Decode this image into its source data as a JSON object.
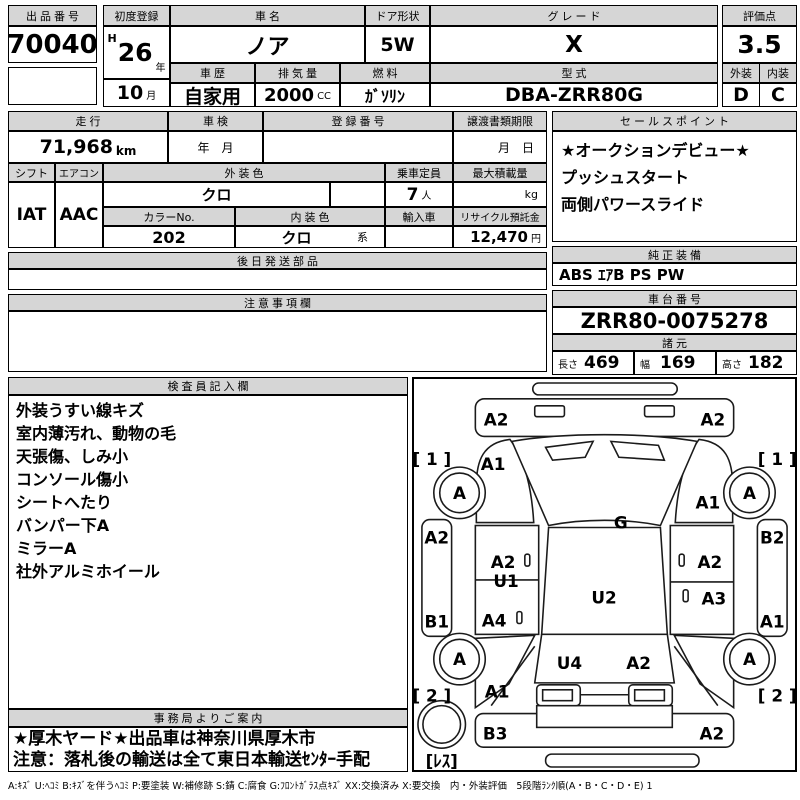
{
  "h": {
    "auction_label": "出品番号",
    "auction_value": "70040",
    "firstreg_label": "初度登録",
    "era": "H",
    "year": "26",
    "year_unit": "年",
    "month": "10",
    "month_unit": "月",
    "name_label": "車名",
    "name": "ノア",
    "door_label": "ドア形状",
    "door": "5W",
    "grade_label": "グレード",
    "grade": "X",
    "score_label": "評価点",
    "score": "3.5",
    "history_label": "車歴",
    "history": "自家用",
    "disp_label": "排気量",
    "disp": "2000",
    "disp_unit": "CC",
    "fuel_label": "燃料",
    "fuel": "ｶﾞｿﾘﾝ",
    "model_label": "型式",
    "model": "DBA-ZRR80G",
    "ext_label": "外装",
    "ext_grade": "D",
    "int_label": "内装",
    "int_grade": "C"
  },
  "m": {
    "mileage_label": "走行",
    "mileage": "71,968",
    "mileage_unit": "km",
    "shaken_label": "車検",
    "shaken_value": "年　月",
    "regno_label": "登録番号",
    "regno": "",
    "transfer_label": "譲渡書類期限",
    "transfer_value": "月　日",
    "sales_label": "セールスポイント",
    "sales_lines": [
      "★オークションデビュー★",
      "プッシュスタート",
      "両側パワースライド"
    ],
    "shift_label": "シフト",
    "shift": "IAT",
    "ac_label": "エアコン",
    "ac": "AAC",
    "extcolor_label": "外装色",
    "extcolor": "クロ",
    "capacity_label": "乗車定員",
    "capacity": "7",
    "capacity_unit": "人",
    "load_label": "最大積載量",
    "load": "",
    "load_unit": "kg",
    "colorno_label": "カラーNo.",
    "colorno": "202",
    "intcolor_label": "内装色",
    "intcolor": "クロ",
    "intcolor_suffix": "系",
    "import_label": "輸入車",
    "import_value": "",
    "recycle_label": "リサイクル預託金",
    "recycle": "12,470",
    "recycle_unit": "円",
    "parts_label": "後日発送部品",
    "parts": "",
    "notes_label": "注意事項欄",
    "notes": ""
  },
  "r": {
    "equip_label": "純正装備",
    "equip": "ABS ｴｱB PS PW",
    "chassis_label": "車台番号",
    "chassis": "ZRR80-0075278",
    "dim_label": "諸元",
    "len_label": "長さ",
    "len": "469",
    "wid_label": "幅",
    "wid": "169",
    "hei_label": "高さ",
    "hei": "182"
  },
  "inspector": {
    "label": "検査員記入欄",
    "lines": [
      "外装うすい線キズ",
      "室内薄汚れ、動物の毛",
      "天張傷、しみ小",
      "コンソール傷小",
      "シートへたり",
      "バンパー下A",
      "ミラーA",
      "社外アルミホイール"
    ]
  },
  "office": {
    "label": "事務局よりご案内",
    "lines": [
      "★厚木ヤード★出品車は神奈川県厚木市",
      "注意：落札後の輸送は全て東日本輸送ｾﾝﾀｰ手配"
    ]
  },
  "legend": "A:ｷｽﾞ U:ﾍｺﾐ B:ｷｽﾞを伴うﾍｺﾐ P:要塗装 W:補修跡 S:錆 C:腐食 G:ﾌﾛﾝﾄｶﾞﾗｽ点ｷｽﾞ XX:交換済み X:要交換　内・外装評価　5段階ﾗﾝｸ順(A・B・C・D・E) 1",
  "diagram": {
    "front_bracket": "[ 1 ]",
    "rear_bracket": "[ 2 ]",
    "wheel": "A",
    "spare": "[ﾚｽ]",
    "front_panel_left": "A2",
    "front_panel_right": "A2",
    "front_fender_left": "A1",
    "front_fender_right": "A1",
    "windshield": "G",
    "roof": "U2",
    "sill_left_top": "A2",
    "sill_left_bottom": "B1",
    "sill_right_top": "B2",
    "sill_right_bottom": "A1",
    "door_front_left": "A2",
    "door_seam_left": "U1",
    "door_rear_left": "A4",
    "door_front_right": "A2",
    "door_rear_right": "A3",
    "quarter_left": "A1",
    "tailgate_left": "U4",
    "tailgate_right": "A2",
    "rear_bumper_left": "B3",
    "rear_bumper_right": "A2"
  }
}
